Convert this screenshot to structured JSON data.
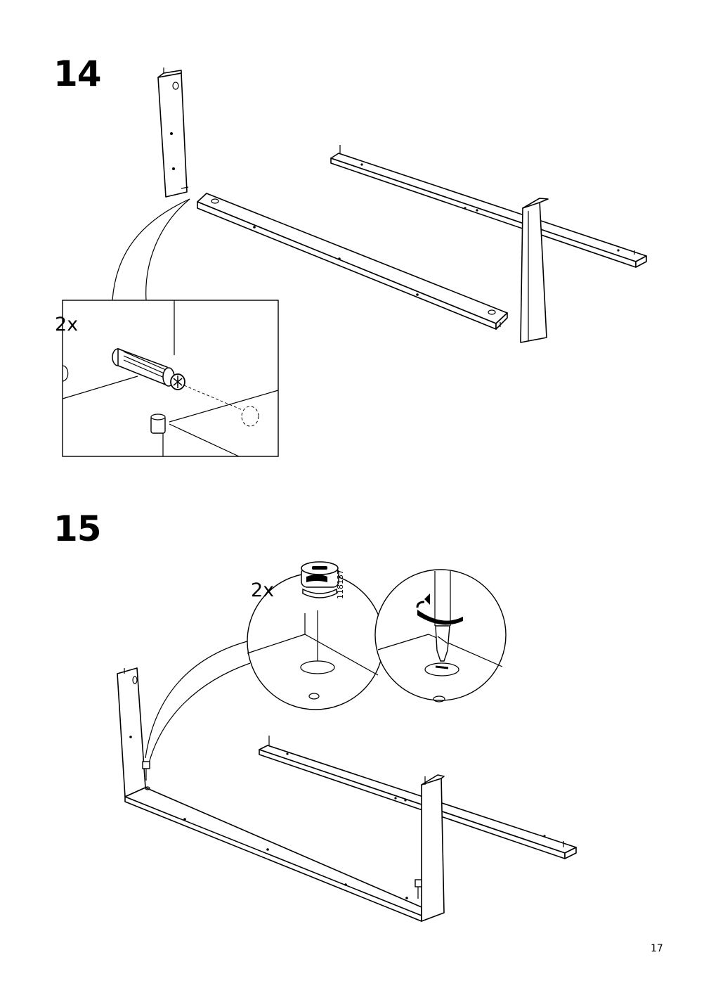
{
  "page": {
    "number": "17"
  },
  "steps": [
    {
      "number": "14",
      "detail_quantity": "2x"
    },
    {
      "number": "15",
      "detail_quantity": "2x",
      "part_code": "118137"
    }
  ],
  "icons": [
    "dowel-icon",
    "cam-lock-icon",
    "screwdriver-icon",
    "rotate-arrow-icon"
  ]
}
